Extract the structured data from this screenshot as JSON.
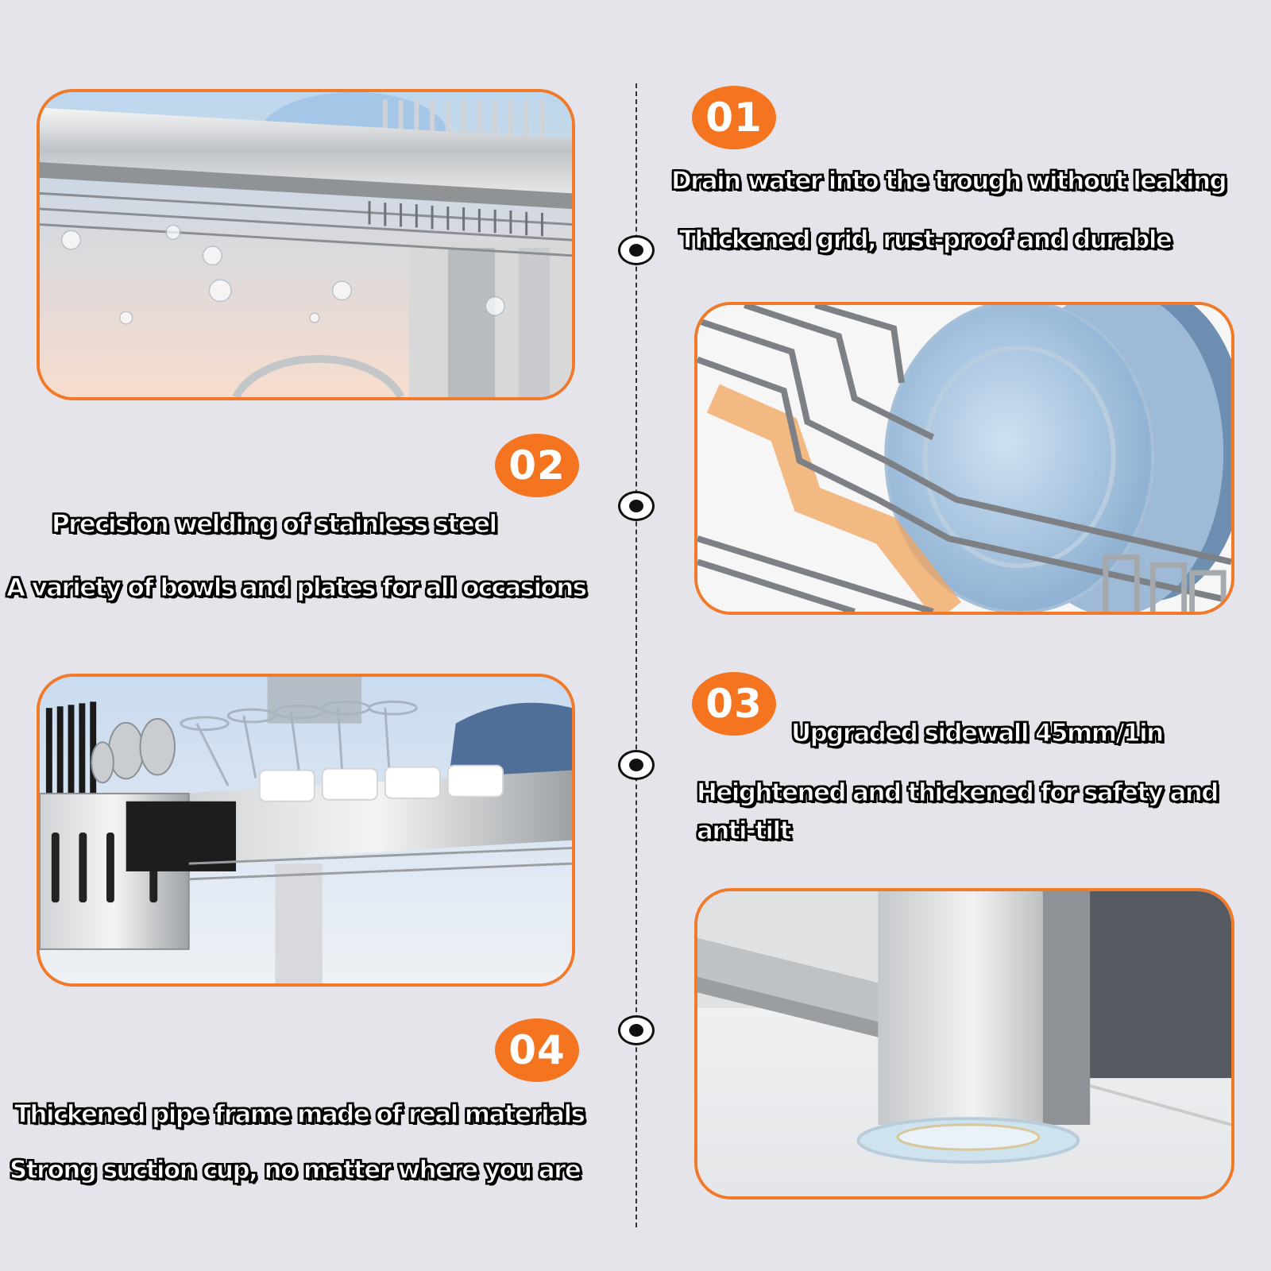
{
  "colors": {
    "accent": "#f4741f",
    "panel_border": "#f07a2a",
    "background": "#e4e4ea"
  },
  "features": [
    {
      "number": "01",
      "line1": "Drain water into the trough without leaking",
      "line2": "Thickened grid, rust-proof and durable"
    },
    {
      "number": "02",
      "line1": "Precision welding of stainless steel",
      "line2": "A variety of bowls and plates for all occasions"
    },
    {
      "number": "03",
      "line1": "Upgraded sidewall 45mm/1in",
      "line2": "Heightened and thickened for safety and anti-tilt"
    },
    {
      "number": "04",
      "line1": "Thickened pipe frame made of real materials",
      "line2": "Strong suction cup, no matter where you are"
    }
  ],
  "images": [
    "drain-trough-photo",
    "plate-rack-photo",
    "cup-cutlery-rack-photo",
    "leg-suction-cup-photo"
  ]
}
